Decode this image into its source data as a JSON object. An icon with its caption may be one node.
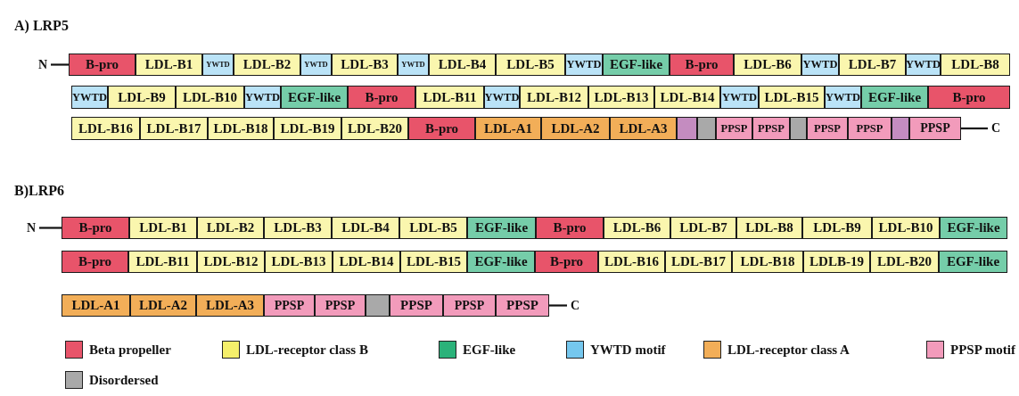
{
  "diagram": {
    "nodes": [
      {
        "text": [
          "N"
        ]
      },
      {
        "text": [
          "B-pro"
        ]
      },
      {
        "text": [
          "LDL-B1"
        ]
      },
      {
        "text": [
          "YWTD"
        ]
      },
      {
        "text": [
          "LDL-B2"
        ]
      },
      {
        "text": [
          "YWTD"
        ]
      },
      {
        "text": [
          "LDL-B3"
        ]
      },
      {
        "text": [
          "YWTD"
        ]
      },
      {
        "text": [
          "LDL-B4"
        ]
      },
      {
        "text": [
          "LDL-B5"
        ]
      },
      {
        "text": [
          "YWTD"
        ]
      },
      {
        "text": [
          "EGF-like"
        ]
      },
      {
        "text": [
          "B-pro"
        ]
      },
      {
        "text": [
          "LDL-B6"
        ]
      },
      {
        "text": [
          "YWTD"
        ]
      },
      {
        "text": [
          "LDL-B7"
        ]
      },
      {
        "text": [
          "YWTD"
        ]
      },
      {
        "text": [
          "LDL-B8"
        ]
      },
      {
        "text": [
          "YWTD"
        ]
      },
      {
        "text": [
          "LDL-B9"
        ]
      },
      {
        "text": [
          "LDL-B10"
        ]
      },
      {
        "text": [
          "YWTD"
        ]
      },
      {
        "text": [
          "EGF-like"
        ]
      },
      {
        "text": [
          "B-pro"
        ]
      },
      {
        "text": [
          "LDL-B11"
        ]
      },
      {
        "text": [
          "YWTD"
        ]
      },
      {
        "text": [
          "LDL-B12"
        ]
      },
      {
        "text": [
          "LDL-B13"
        ]
      },
      {
        "text": [
          "LDL-B14"
        ]
      },
      {
        "text": [
          "YWTD"
        ]
      },
      {
        "text": [
          "LDL-B15"
        ]
      },
      {
        "text": [
          "YWTD"
        ]
      },
      {
        "text": [
          "EGF-like"
        ]
      },
      {
        "text": [
          "B-pro"
        ]
      },
      {
        "text": [
          "LDL-B16"
        ]
      },
      {
        "text": [
          "LDL-B17"
        ]
      },
      {
        "text": [
          "LDL-B18"
        ]
      },
      {
        "text": [
          "LDL-B19"
        ]
      },
      {
        "text": [
          "LDL-B20"
        ]
      },
      {
        "text": [
          "B-pro"
        ]
      },
      {
        "text": [
          "LDL-A1"
        ]
      },
      {
        "text": [
          "LDL-A2"
        ]
      },
      {
        "text": [
          "LDL-A3"
        ]
      },
      {
        "text": [],
        "shape": "box"
      },
      {
        "text": [],
        "shape": "box"
      },
      {
        "text": [
          "PPSP"
        ]
      },
      {
        "text": [
          "PPSP"
        ]
      },
      {
        "text": [],
        "shape": "box"
      },
      {
        "text": [
          "PPSP"
        ]
      },
      {
        "text": [
          "PPSP"
        ]
      },
      {
        "text": [],
        "shape": "box"
      },
      {
        "text": [
          "PPSP"
        ]
      },
      {
        "text": [
          "C"
        ]
      },
      {
        "text": [
          "N"
        ]
      },
      {
        "text": [
          "B-pro"
        ]
      },
      {
        "text": [
          "LDL-B1"
        ]
      },
      {
        "text": [
          "LDL-B2"
        ]
      },
      {
        "text": [
          "LDL-B3"
        ]
      },
      {
        "text": [
          "LDL-B4"
        ]
      },
      {
        "text": [
          "LDL-B5"
        ]
      },
      {
        "text": [
          "EGF-like"
        ]
      },
      {
        "text": [
          "B-pro"
        ]
      },
      {
        "text": [
          "LDL-B6"
        ]
      },
      {
        "text": [
          "LDL-B7"
        ]
      },
      {
        "text": [
          "LDL-B8"
        ]
      },
      {
        "text": [
          "LDL-B9"
        ]
      },
      {
        "text": [
          "LDL-B10"
        ]
      },
      {
        "text": [
          "EGF-like"
        ]
      },
      {
        "text": [
          "B-pro"
        ]
      },
      {
        "text": [
          "LDL-B11"
        ]
      },
      {
        "text": [
          "LDL-B12"
        ]
      },
      {
        "text": [
          "LDL-B13"
        ]
      },
      {
        "text": [
          "LDL-B14"
        ]
      },
      {
        "text": [
          "LDL-B15"
        ]
      },
      {
        "text": [
          "EGF-like"
        ]
      },
      {
        "text": [
          "B-pro"
        ]
      },
      {
        "text": [
          "LDL-B16"
        ]
      },
      {
        "text": [
          "LDL-B17"
        ]
      },
      {
        "text": [
          "LDL-B18"
        ]
      },
      {
        "text": [
          "LDLB-19"
        ]
      },
      {
        "text": [
          "LDL-B20"
        ]
      },
      {
        "text": [
          "EGF-like"
        ]
      },
      {
        "text": [
          "LDL-A1"
        ]
      },
      {
        "text": [
          "LDL-A2"
        ]
      },
      {
        "text": [
          "LDL-A3"
        ]
      },
      {
        "text": [
          "PPSP"
        ]
      },
      {
        "text": [
          "PPSP"
        ]
      },
      {
        "text": [],
        "shape": "box"
      },
      {
        "text": [
          "PPSP"
        ]
      },
      {
        "text": [
          "PPSP"
        ]
      },
      {
        "text": [
          "PPSP"
        ]
      },
      {
        "text": [
          "C"
        ]
      }
    ],
    "edges": [
      {
        "from": 0,
        "to": 1,
        "arrow": "none"
      },
      {
        "from": 51,
        "to": 52,
        "arrow": "none"
      },
      {
        "from": 53,
        "to": 54,
        "arrow": "none"
      },
      {
        "from": 90,
        "to": 91,
        "arrow": "none"
      }
    ],
    "labels": [
      "A) LRP5",
      "B)LRP6"
    ],
    "legend": [
      {
        "text": "Beta propeller",
        "color": "#e8546a"
      },
      {
        "text": "LDL-receptor class B",
        "color": "#f5ef6b"
      },
      {
        "text": "EGF-like",
        "color": "#2bb27a"
      },
      {
        "text": "YWTD motif",
        "color": "#75c7ee"
      },
      {
        "text": "LDL-receptor class A",
        "color": "#f2ae58"
      },
      {
        "text": "PPSP motif",
        "color": "#f29bbb"
      },
      {
        "text": "Disordersed",
        "color": "#a9a9a9"
      }
    ]
  }
}
